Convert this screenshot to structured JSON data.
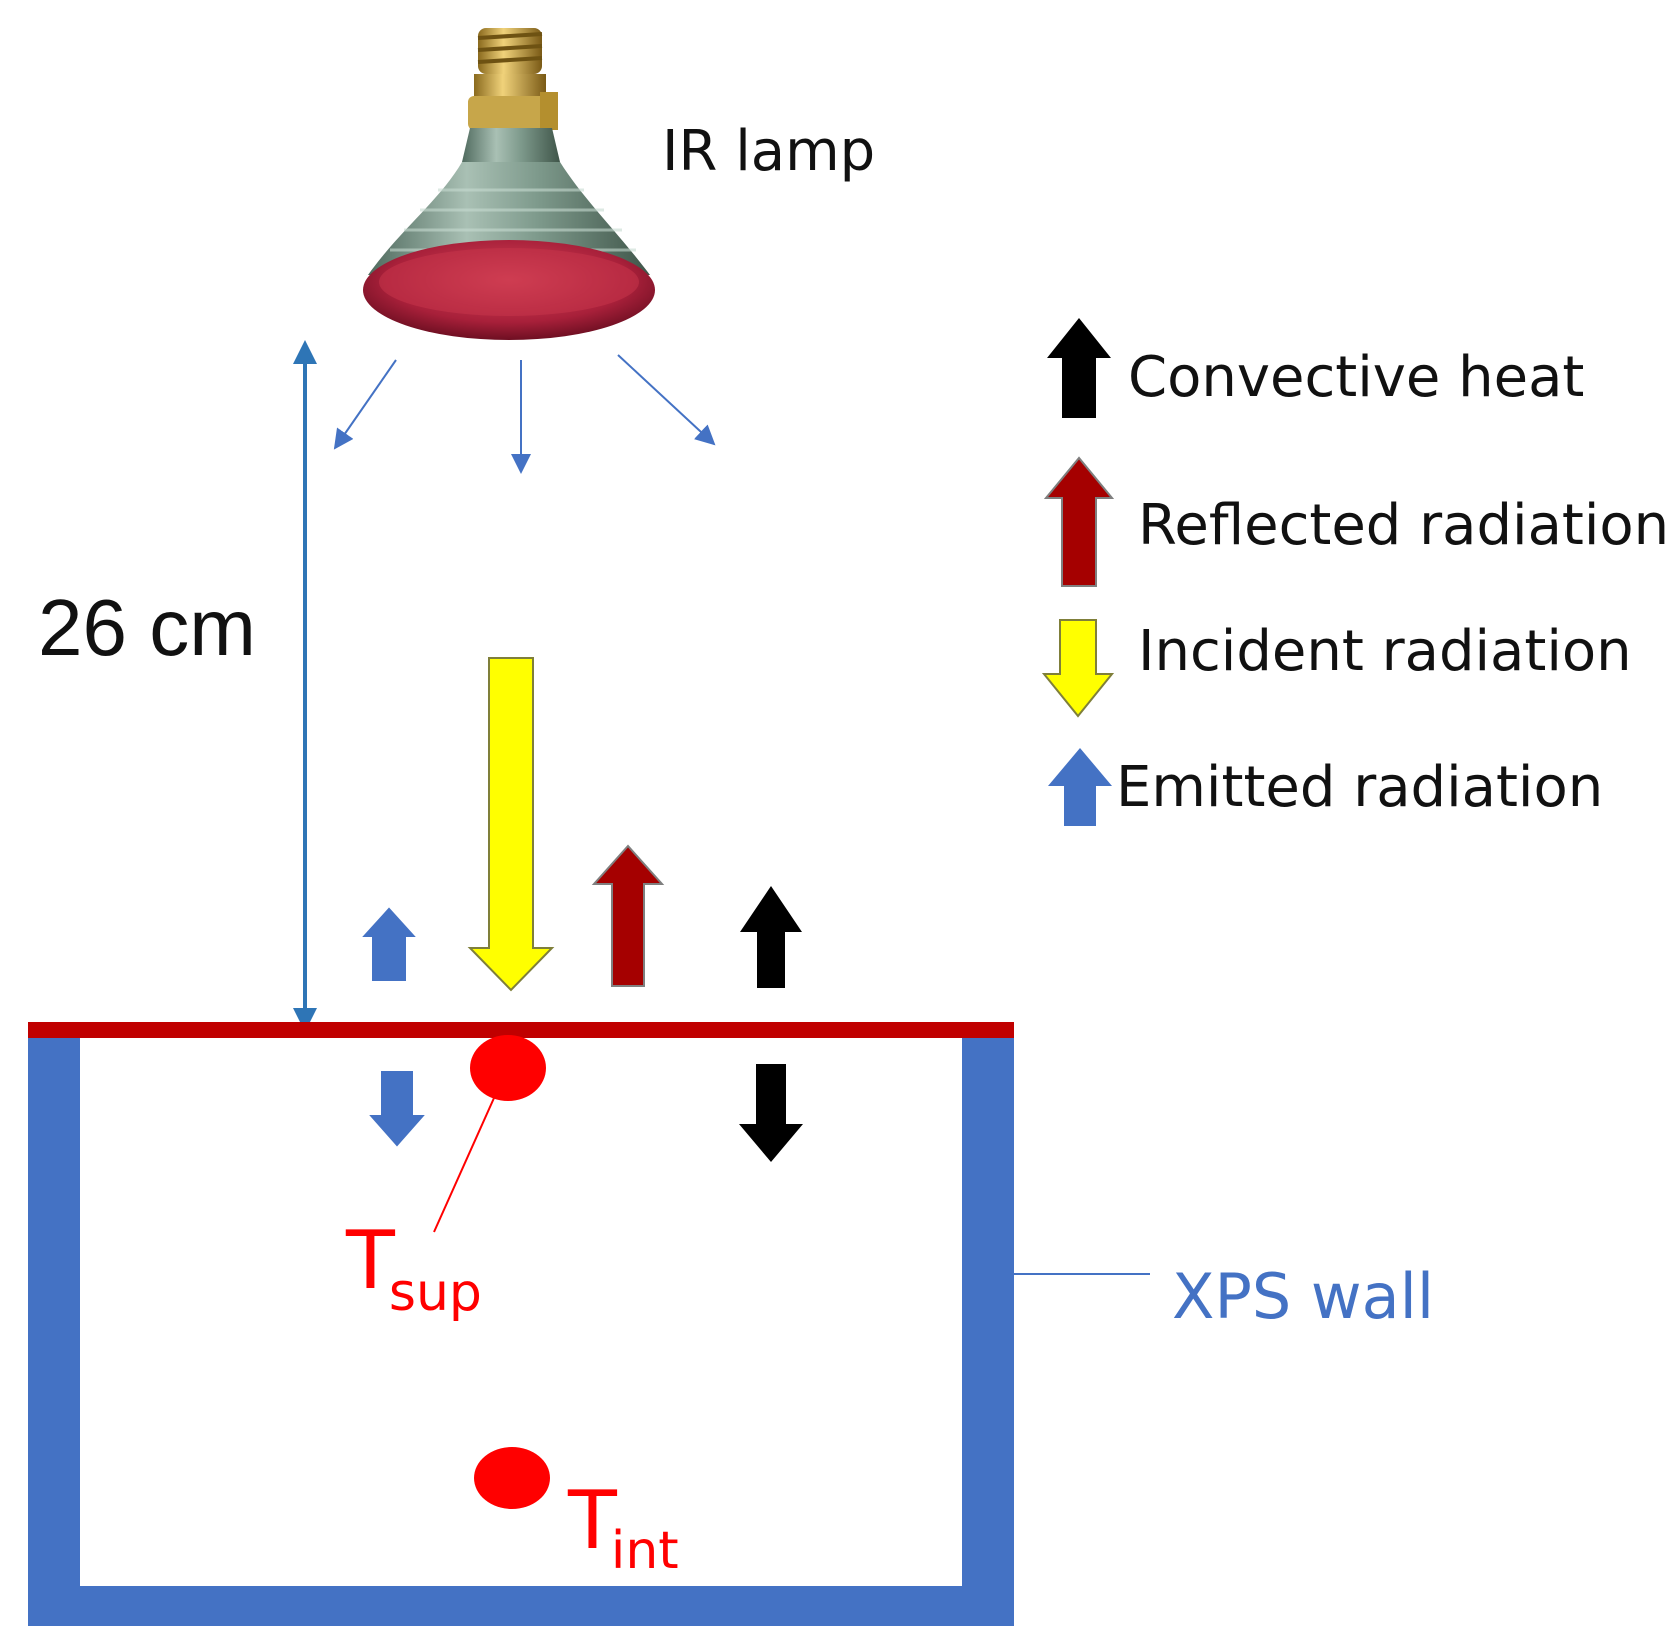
{
  "labels": {
    "lamp": "IR lamp",
    "distance": "26 cm",
    "wall": "XPS wall",
    "t_sup_main": "T",
    "t_sup_sub": "sup",
    "t_int_main": "T",
    "t_int_sub": "int"
  },
  "legend": [
    {
      "label": "Convective heat",
      "icon": "black-up-arrow-icon",
      "color": "#000000"
    },
    {
      "label": "Reflected radiation",
      "icon": "red-up-arrow-icon",
      "color": "#a50000"
    },
    {
      "label": "Incident radiation",
      "icon": "yellow-down-arrow-icon",
      "color": "#ffff00"
    },
    {
      "label": "Emitted radiation",
      "icon": "blue-up-arrow-icon",
      "color": "#4472C4"
    }
  ],
  "colors": {
    "wall": "#4472C4",
    "surface": "#C00000",
    "sensor": "#ff0000",
    "dimension": "#2E75B6",
    "lamp_glass": "#6f8a7d",
    "lamp_lens": "#b3263a",
    "lamp_base": "#c9a13a"
  }
}
